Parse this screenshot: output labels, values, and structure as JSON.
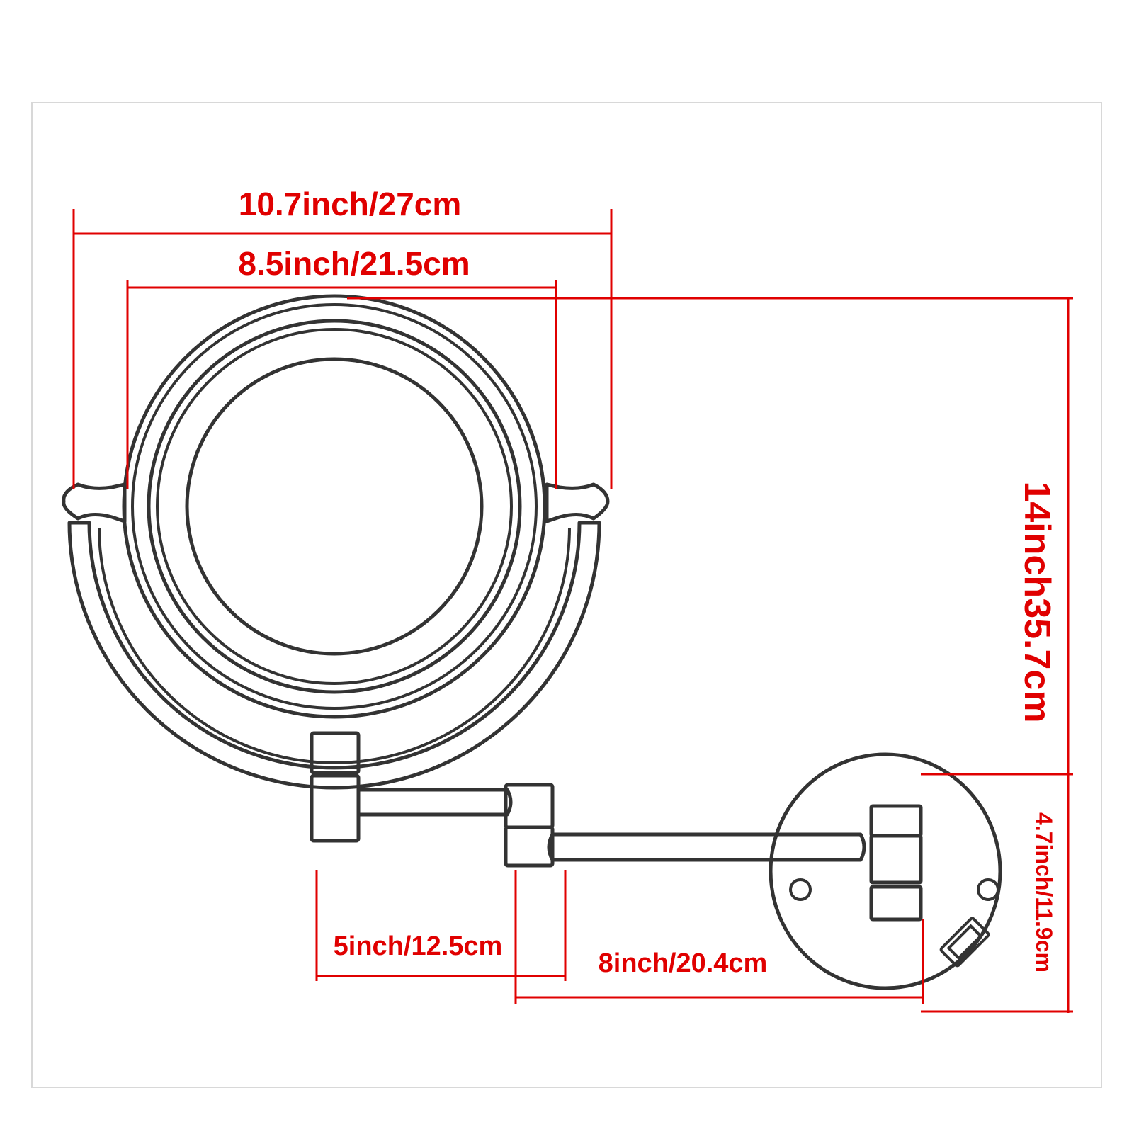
{
  "colors": {
    "dimension": "#e00000",
    "outline": "#333333",
    "background": "#ffffff"
  },
  "dimensions": {
    "overall_width": "10.7inch/27cm",
    "mirror_width": "8.5inch/21.5cm",
    "mirror_height": "14inch35.7cm",
    "base_height": "4.7inch/11.9cm",
    "first_arm_length": "5inch/12.5cm",
    "second_arm_length": "8inch/20.4cm"
  }
}
